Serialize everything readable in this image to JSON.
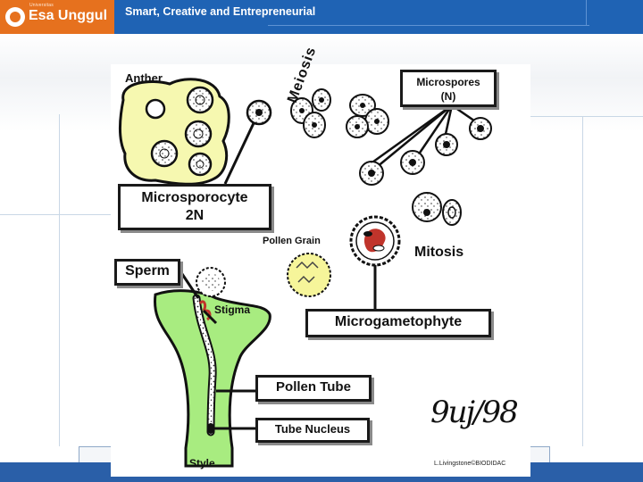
{
  "header": {
    "logo_subtitle": "Universitas",
    "logo_text": "Esa Unggul",
    "tagline": "Smart, Creative and Entrepreneurial"
  },
  "diagram": {
    "labels": {
      "anther": "Anther",
      "meiosis": "Meiosis",
      "microspores": "Microspores",
      "microspores_ploidy": "(N)",
      "microsporocyte": "Microsporocyte",
      "microsporocyte_ploidy": "2N",
      "pollen_grain": "Pollen Grain",
      "mitosis": "Mitosis",
      "sperm": "Sperm",
      "stigma": "Stigma",
      "microgametophyte": "Microgametophyte",
      "pollen_tube": "Pollen Tube",
      "tube_nucleus": "Tube Nucleus",
      "style": "Style"
    },
    "signature": "9uj/98",
    "credit": "L.Livingstone©BIODIDAC",
    "colors": {
      "anther_fill": "#f6f8b0",
      "style_fill": "#a8ec80",
      "pollen_fill": "#f6f59a",
      "nucleus_red": "#c0342b"
    }
  }
}
